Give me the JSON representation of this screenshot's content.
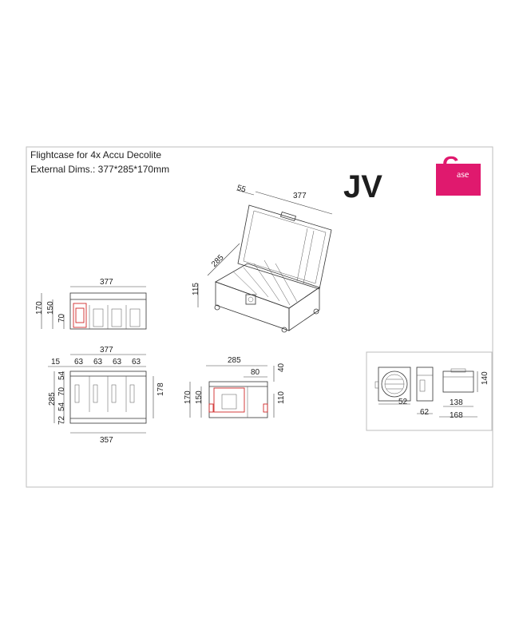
{
  "title": {
    "line1": "Flightcase for 4x Accu Decolite",
    "line2": "External Dims.: 377*285*170mm"
  },
  "logo": {
    "jv": "JV",
    "g": "G",
    "case": "ase",
    "color": "#e0196e"
  },
  "iso_view": {
    "d55": "55",
    "d377": "377",
    "d285": "285",
    "d115": "115"
  },
  "front_view": {
    "w377": "377",
    "h170": "170",
    "h150": "150",
    "h70": "70"
  },
  "top_view": {
    "w377": "377",
    "d15": "15",
    "d63a": "63",
    "d63b": "63",
    "d63c": "63",
    "d63d": "63",
    "h285": "285",
    "d72": "72",
    "d54a": "54",
    "d70": "70",
    "d54b": "54",
    "h178": "178",
    "w357": "357"
  },
  "side_view": {
    "w285": "285",
    "w80": "80",
    "h40": "40",
    "h170": "170",
    "h150": "150",
    "h110": "110"
  },
  "detail_view": {
    "d52": "52",
    "d62": "62",
    "d138": "138",
    "d168": "168",
    "d140": "140"
  }
}
